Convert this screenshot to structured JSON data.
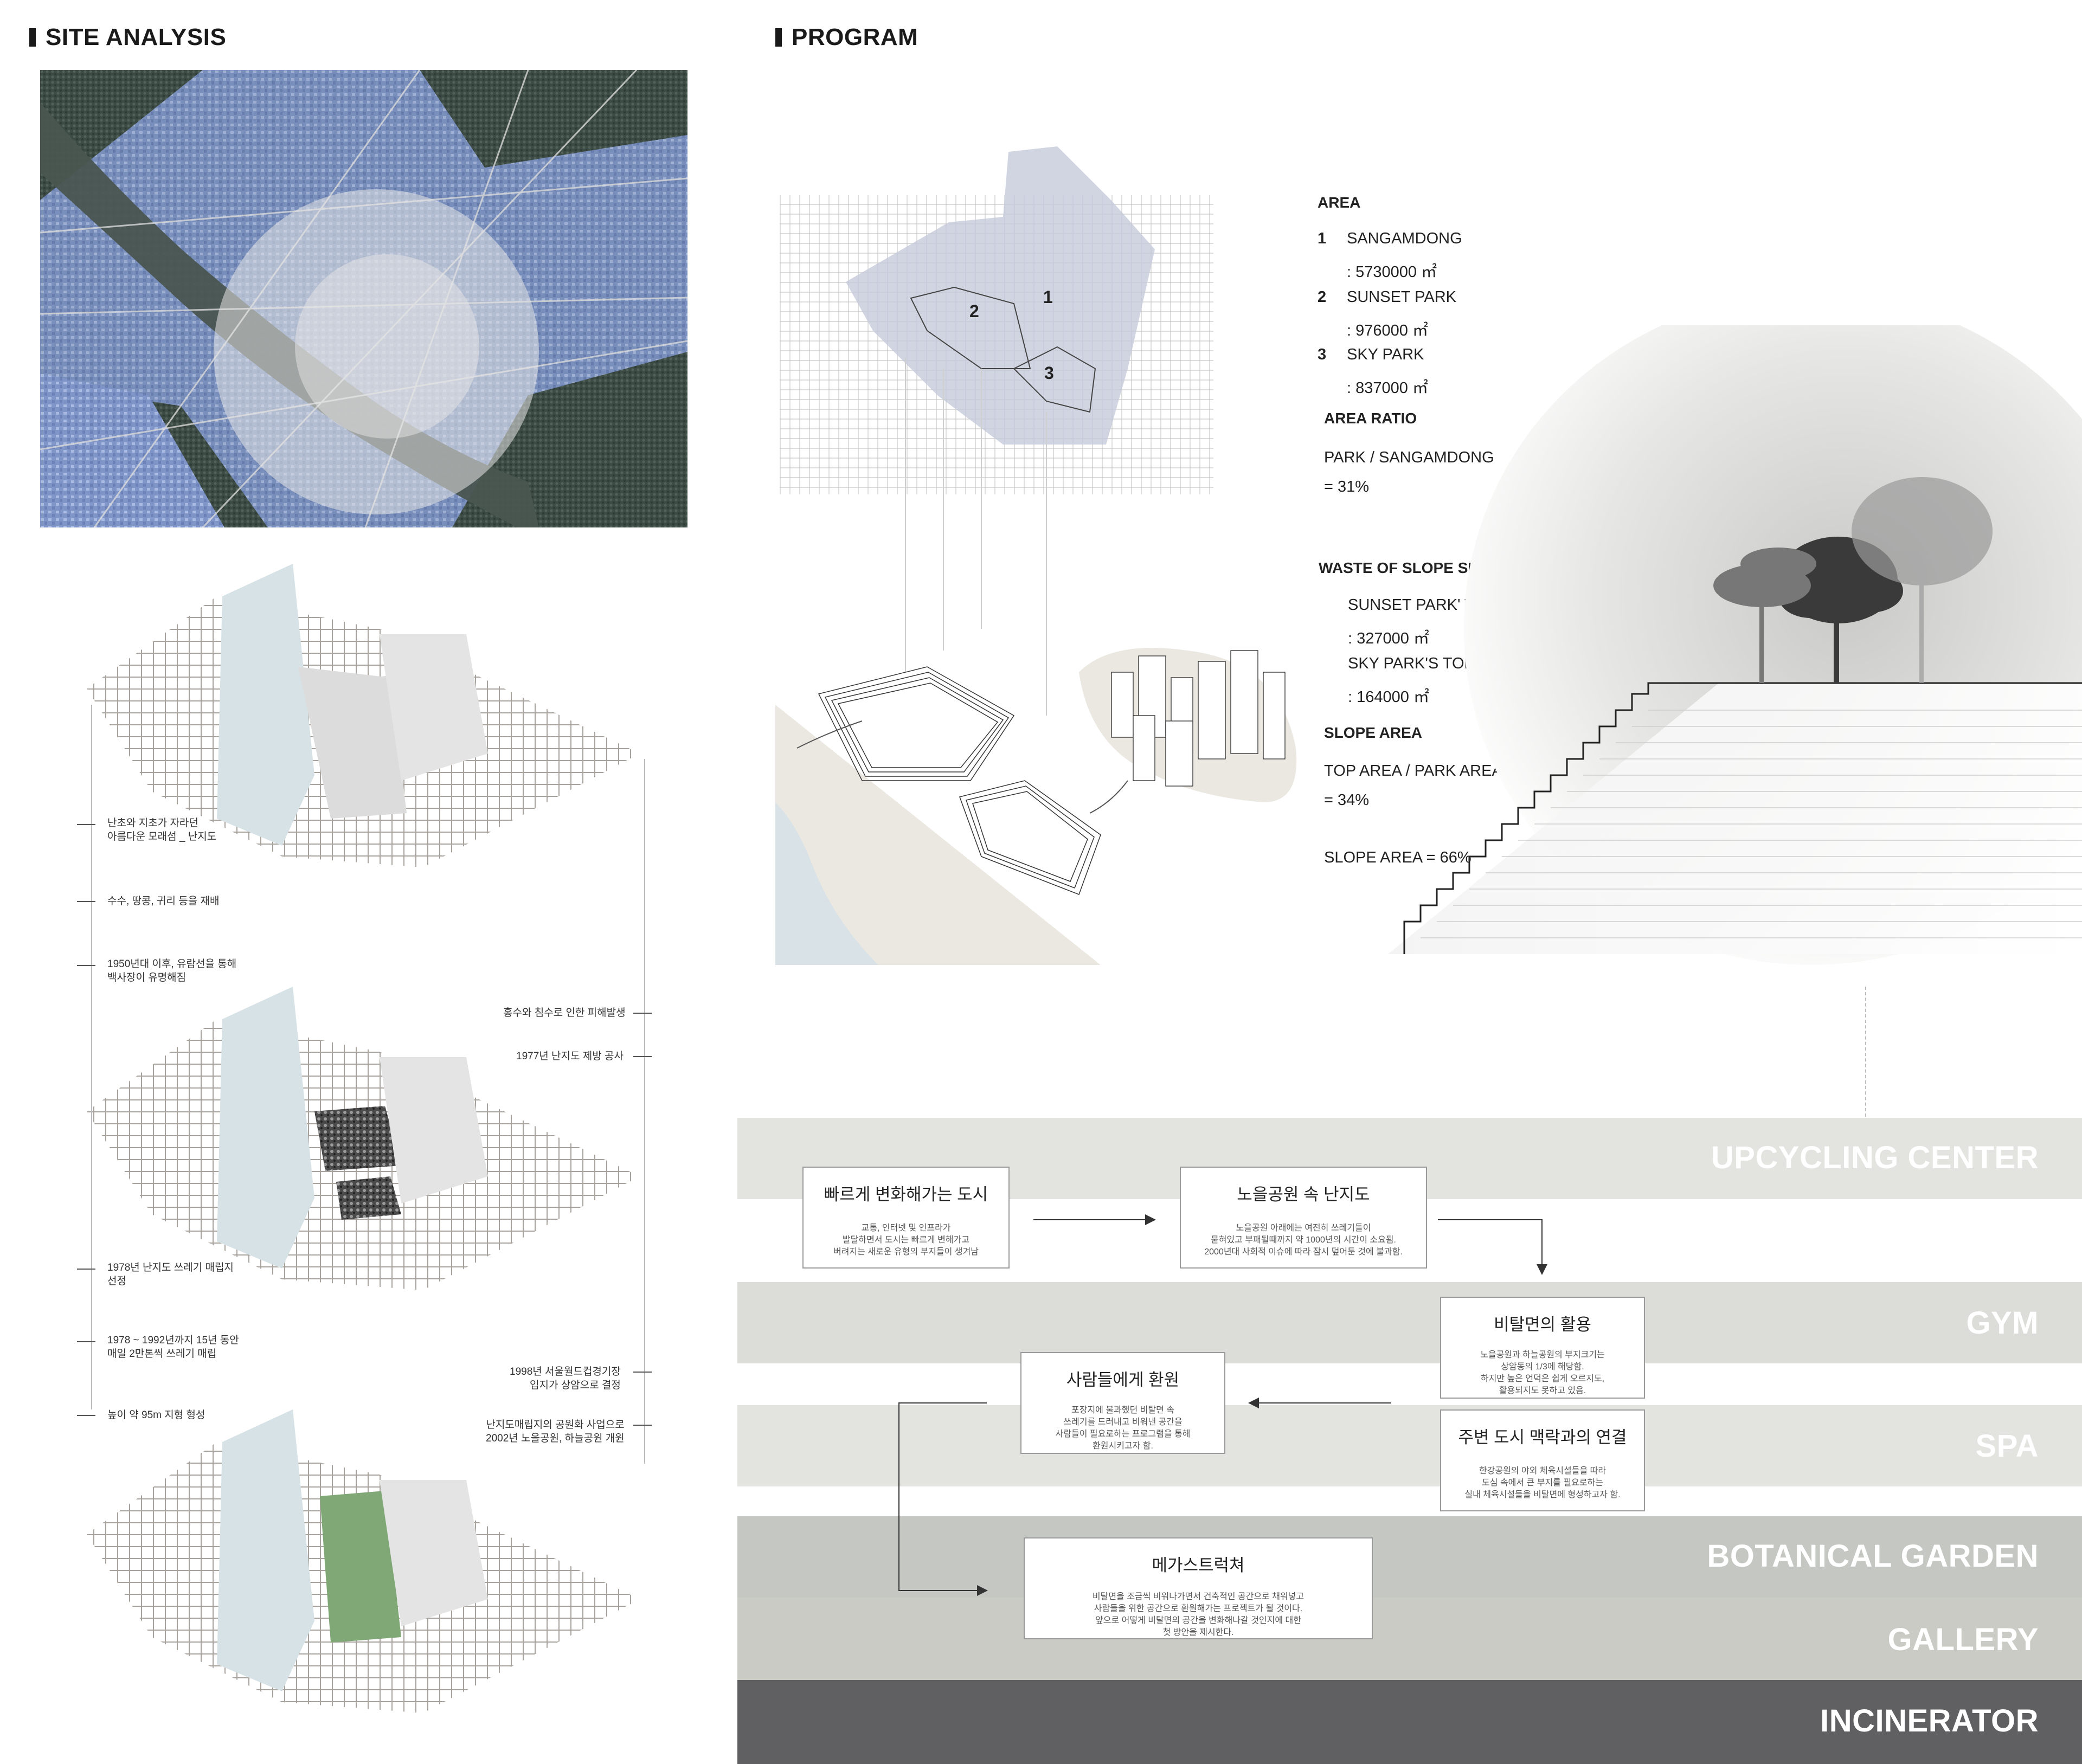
{
  "sections": {
    "site_analysis": "SITE ANALYSIS",
    "program": "PROGRAM"
  },
  "history_notes": [
    {
      "text": "난초와 지초가 자라던\n아름다운 모래섬 _ 난지도"
    },
    {
      "text": "수수, 땅콩, 귀리 등을 재배"
    },
    {
      "text": "1950년대 이후, 유람선을 통해\n백사장이 유명해짐"
    },
    {
      "text": "홍수와 침수로 인한 피해발생"
    },
    {
      "text": "1977년 난지도 제방 공사"
    },
    {
      "text": "1978년 난지도 쓰레기 매립지\n선정"
    },
    {
      "text": "1978 ~ 1992년까지 15년 동안\n매일 2만톤씩 쓰레기 매립"
    },
    {
      "text": "높이 약 95m 지형 형성"
    },
    {
      "text": "1998년 서울월드컵경기장\n입지가 상암으로 결정"
    },
    {
      "text": "난지도매립지의 공원화 사업으로\n2002년 노을공원, 하늘공원 개원"
    }
  ],
  "map_labels": [
    "1",
    "2",
    "3"
  ],
  "area": {
    "heading": "AREA",
    "items": [
      {
        "num": "1",
        "name": "SANGAMDONG",
        "value": ": 5730000 ㎡"
      },
      {
        "num": "2",
        "name": "SUNSET PARK",
        "value": ": 976000 ㎡"
      },
      {
        "num": "3",
        "name": "SKY PARK",
        "value": ": 837000 ㎡"
      }
    ]
  },
  "area_ratio": {
    "heading": "AREA RATIO",
    "formula": "PARK / SANGAMDONG",
    "value": "= 31%"
  },
  "waste_slope": {
    "heading": "WASTE OF SLOPE SPACE",
    "lines": [
      "SUNSET PARK' TOP AREA",
      ": 327000 ㎡",
      "SKY PARK'S TOP AREA",
      ": 164000 ㎡"
    ]
  },
  "slope_area": {
    "heading": "SLOPE AREA",
    "formula": "TOP AREA / PARK AREA",
    "value": "= 34%",
    "slope": "SLOPE AREA = 66%"
  },
  "bands": [
    {
      "label": "UPCYCLING CENTER",
      "color": "#e3e3df"
    },
    {
      "label": "GYM",
      "color": "#dcdcd8"
    },
    {
      "label": "SPA",
      "color": "#e3e3df"
    },
    {
      "label": "BOTANICAL GARDEN",
      "color": "#c5c8c2"
    },
    {
      "label": "GALLERY",
      "color": "#c9cbc4"
    },
    {
      "label": "INCINERATOR",
      "color": "#606062"
    }
  ],
  "cards": [
    {
      "title": "빠르게 변화해가는 도시",
      "body": "교통, 인터넷 및 인프라가\n발달하면서 도시는 빠르게 변해가고\n버려지는 새로운 유형의 부지들이 생겨남"
    },
    {
      "title": "노을공원 속 난지도",
      "body": "노을공원 아래에는 여전히 쓰레기들이\n묻혀있고 부패될때까지 약 1000년의 시간이 소요됨.\n2000년대 사회적 이슈에 따라 잠시 덮어둔 것에 불과함."
    },
    {
      "title": "비탈면의 활용",
      "body": "노을공원과 하늘공원의 부지크기는\n상암동의 1/3에 해당함.\n하지만 높은 언덕은 쉽게 오르지도,\n활용되지도 못하고 있음."
    },
    {
      "title": "사람들에게 환원",
      "body": "포장지에 불과했던 비탈면 속\n쓰레기를 드러내고 비워낸 공간을\n사람들이 필요로하는 프로그램을 통해\n환원시키고자 함."
    },
    {
      "title": "주변 도시 맥락과의 연결",
      "body": "한강공원의 야외 체육시설들을 따라\n도심 속에서 큰 부지를 필요로하는\n실내 체육시설들을 비탈면에 형성하고자 함."
    },
    {
      "title": "메가스트럭쳐",
      "body": "비탈면을 조금씩 비워나가면서 건축적인 공간으로 채워넣고\n사람들을 위한 공간으로 환원해가는 프로젝트가 될 것이다.\n앞으로 어떻게 비탈면의 공간을 변화해나갈 것인지에 대한\n첫 방안을 제시한다."
    }
  ],
  "colors": {
    "map_blue": "#8ea4d8",
    "map_dark": "#3c4a44",
    "water": "#d6e2e6",
    "landfill_green": "#7fa876",
    "incinerator": "#606062"
  }
}
